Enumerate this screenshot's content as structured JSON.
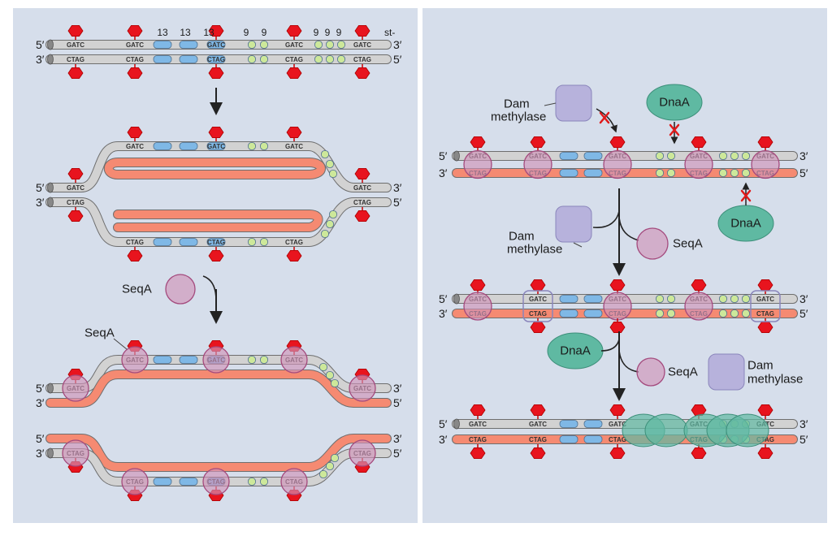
{
  "strand": {
    "five": "5′",
    "three": "3′",
    "st": "st-"
  },
  "sequences": {
    "top": "GATC",
    "bottom": "CTAG"
  },
  "repeats": {
    "r13": "13",
    "r9": "9"
  },
  "proteins": {
    "seqa": "SeqA",
    "dnaa": "DnaA",
    "dam_line1": "Dam",
    "dam_line2": "methylase"
  },
  "colors": {
    "panel": "#d6deeb",
    "old_strand": "#d2d2d2",
    "new_strand": "#f58a72",
    "thirteen_mer": "#7fb8e6",
    "nine_mer": "#cde89a",
    "methyl": "#e8141e",
    "seqa": "#cf93b8",
    "dnaa": "#5fb9a2",
    "dam": "#b7b2dc"
  },
  "icons": [
    "methyl-group-icon",
    "blocked-arrow-icon",
    "flow-arrow-icon"
  ]
}
